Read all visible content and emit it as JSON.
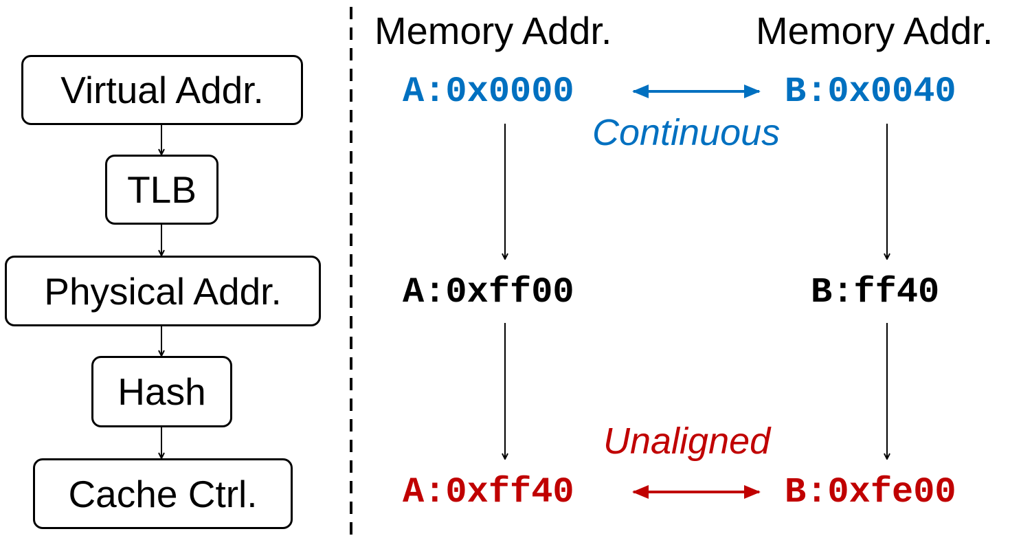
{
  "pipeline": {
    "steps": [
      "Virtual Addr.",
      "TLB",
      "Physical Addr.",
      "Hash",
      "Cache Ctrl."
    ]
  },
  "mapping": {
    "headers": [
      "Memory Addr.",
      "Memory Addr."
    ],
    "virtual": {
      "a": "A:0x0000",
      "b": "B:0x0040",
      "relation": "Continuous"
    },
    "physical": {
      "a": "A:0xff00",
      "b": "B:ff40"
    },
    "cache": {
      "a": "A:0xff40",
      "b": "B:0xfe00",
      "relation": "Unaligned"
    }
  },
  "colors": {
    "continuous": "#0070c0",
    "unaligned": "#c00000",
    "neutral": "#000000"
  }
}
